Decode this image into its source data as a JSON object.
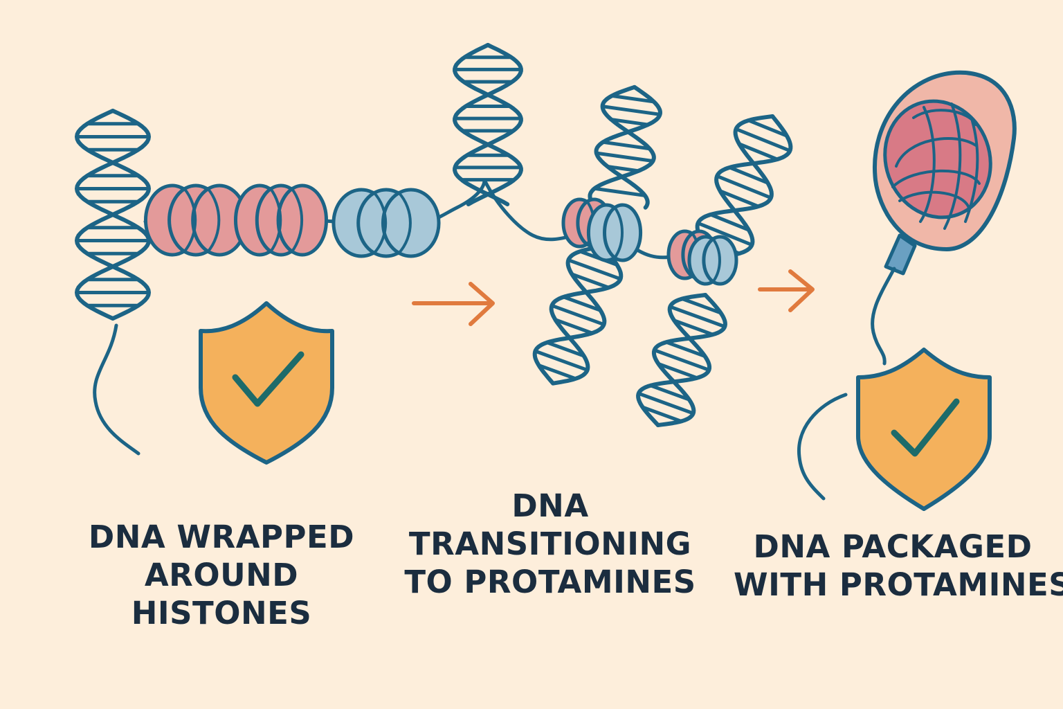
{
  "colors": {
    "background": "#fdeedb",
    "dna_strand": "#1c6486",
    "histone_pink": "#e39a9a",
    "histone_blue": "#a8c8d8",
    "shield_fill": "#f4b15c",
    "check": "#1d6b6a",
    "arrow": "#e07a3e",
    "text": "#1b2d3f"
  },
  "icons": {
    "arrow_1": "arrow-right-icon",
    "arrow_2": "arrow-right-icon",
    "shield_1": "shield-check-icon",
    "shield_2": "shield-check-icon",
    "sperm": "sperm-cell-icon"
  },
  "stages": [
    {
      "lines": [
        "DNA WRAPPED",
        "AROUND",
        "HISTONES"
      ]
    },
    {
      "lines": [
        "DNA",
        "TRANSITIONING",
        "TO PROTAMINES"
      ]
    },
    {
      "lines": [
        "DNA PACKAGED",
        "WITH PROTAMINES"
      ]
    }
  ]
}
